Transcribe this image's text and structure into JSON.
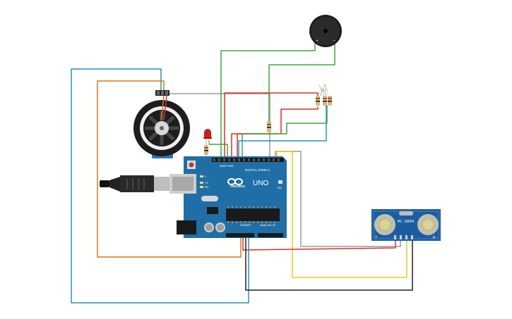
{
  "board": {
    "brand": "ARDUINO",
    "model": "UNO",
    "digital_header": "DIGITAL (PWM~)",
    "power_header": "POWER",
    "analog_header": "ANALOG IN",
    "tx_label": "TX",
    "rx_label": "RX",
    "l_label": "L",
    "on_label": "ON",
    "aref_label": "AREF",
    "gnd_label": "GND"
  },
  "sensor": {
    "model": "HC-SR04",
    "t_label": "T",
    "r_label": "R"
  },
  "buzzer": {
    "plus": "+",
    "minus": "−"
  },
  "colors": {
    "board": "#1f6fa6",
    "wire_green": "#3daa3d",
    "wire_red": "#d8302a",
    "wire_orange": "#d47b12",
    "wire_blue": "#2a8fc0",
    "wire_gray": "#9a9a9a",
    "wire_yellow": "#f0c61c",
    "wire_black": "#222222",
    "led": "#d11b1b",
    "sensor_board": "#1b5ea0"
  }
}
